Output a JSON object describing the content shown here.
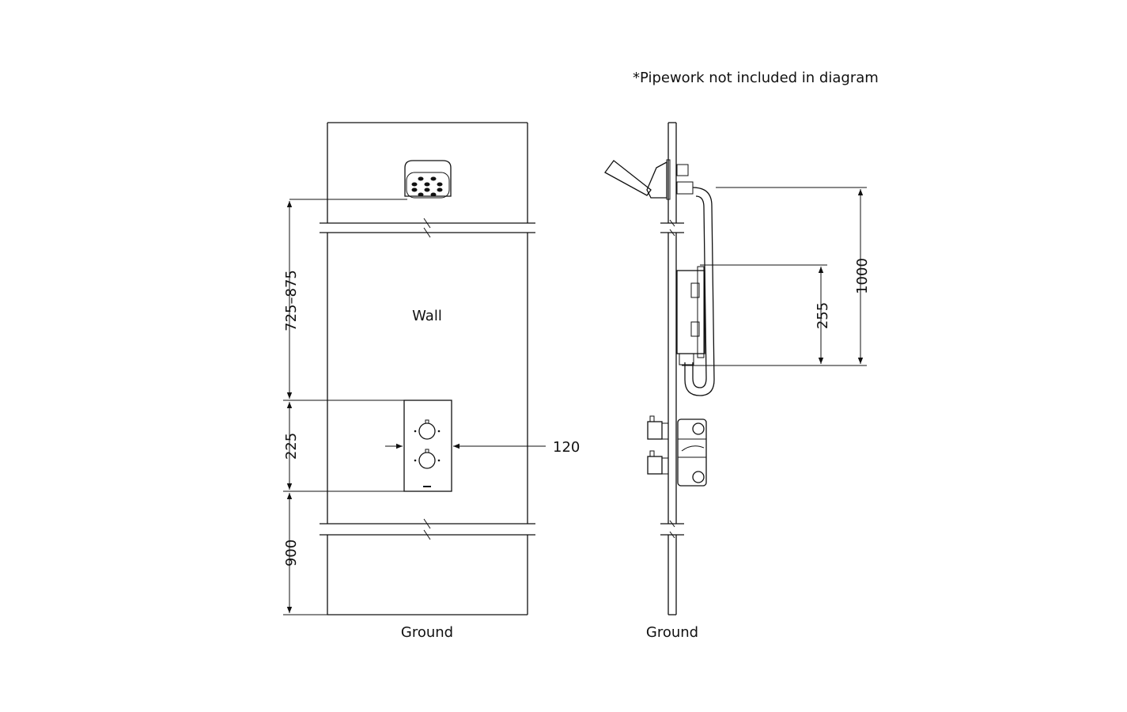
{
  "note": "*Pipework not included in diagram",
  "front_view": {
    "wall_label": "Wall",
    "ground_label": "Ground",
    "dim_head_height": "725–875",
    "dim_valve_height": "225",
    "dim_floor_to_valve": "900",
    "dim_valve_width": "120"
  },
  "side_view": {
    "ground_label": "Ground",
    "dim_riser": "1000",
    "dim_bracket": "255"
  },
  "colors": {
    "line": "#111111",
    "background": "#ffffff"
  }
}
